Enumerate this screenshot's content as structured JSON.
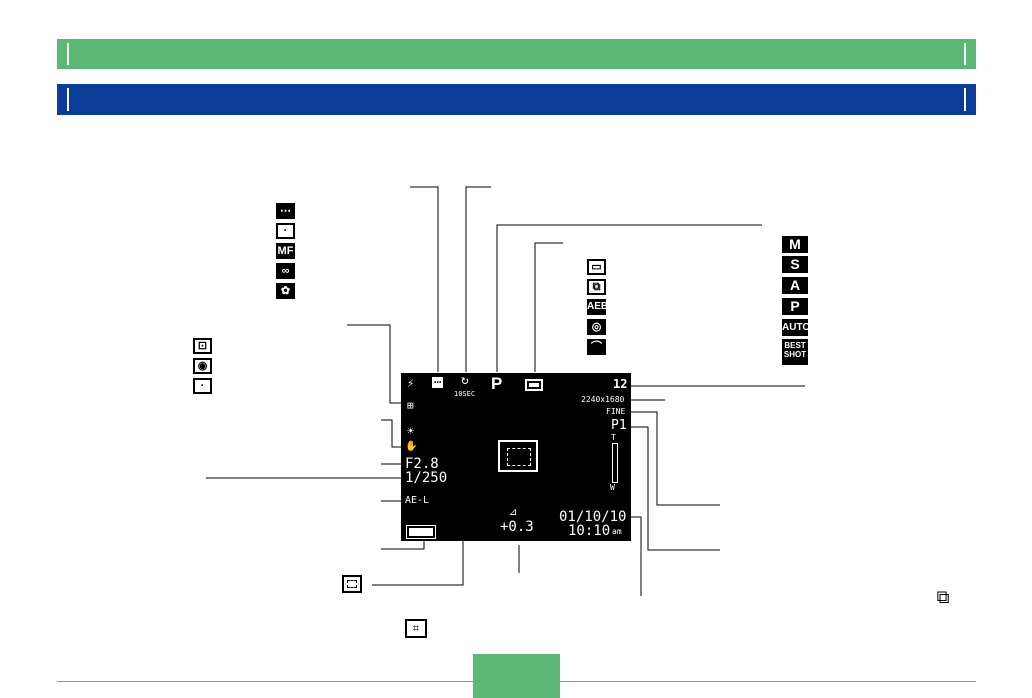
{
  "header": {
    "green_bar": "",
    "blue_bar": ""
  },
  "lcd": {
    "flash": "⚡",
    "focus": "⋯",
    "self_timer_label": "10SEC",
    "mode": "P",
    "shots_remaining": "12",
    "resolution": "2240x1680",
    "quality": "FINE",
    "zoom_position": "P1",
    "zoom_tele": "T",
    "zoom_wide": "W",
    "white_balance": "☀",
    "aperture": "F2.8",
    "shutter_speed": "1/250",
    "ae_lock": "AE-L",
    "exposure_comp": "+0.3",
    "date": "01/10/10",
    "time": "10:10",
    "am_pm": "am"
  },
  "focus_icons": [
    "⋯",
    "·",
    "MF",
    "∞",
    "✿"
  ],
  "drive_icons": [
    "▭",
    "⧉",
    "AEB",
    "◎",
    "⌒"
  ],
  "metering_icons": [
    "⊡",
    "◉",
    "·"
  ],
  "mode_icons": [
    "M",
    "S",
    "A",
    "P",
    "AUTO",
    "BEST SHOT"
  ],
  "standalone_icons": [
    "⧉",
    "⌗"
  ],
  "colors": {
    "green": "#5cb877",
    "blue": "#0c3d96"
  }
}
